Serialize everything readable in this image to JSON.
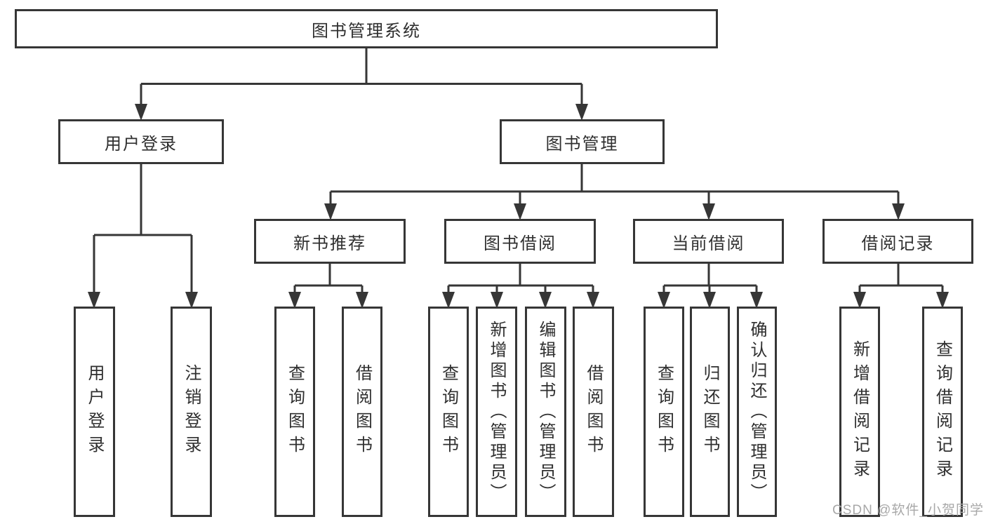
{
  "root": {
    "label": "图书管理系统"
  },
  "branches": {
    "user_login": {
      "label": "用户登录",
      "children": [
        "用户登录",
        "注销登录"
      ]
    },
    "book_management": {
      "label": "图书管理",
      "sections": [
        {
          "label": "新书推荐",
          "children": [
            "查询图书",
            "借阅图书"
          ]
        },
        {
          "label": "图书借阅",
          "children": [
            "查询图书",
            "新增图书（管理员）",
            "编辑图书（管理员）",
            "借阅图书"
          ]
        },
        {
          "label": "当前借阅",
          "children": [
            "查询图书",
            "归还图书",
            "确认归还（管理员）"
          ]
        },
        {
          "label": "借阅记录",
          "children": [
            "新增借阅记录",
            "查询借阅记录"
          ]
        }
      ]
    }
  },
  "watermark": "CSDN @软件_小贺同学",
  "colors": {
    "line": "#363636",
    "box_border": "#363636",
    "text": "#2f2f2f",
    "watermark": "#a8a8a8",
    "background": "#ffffff"
  }
}
